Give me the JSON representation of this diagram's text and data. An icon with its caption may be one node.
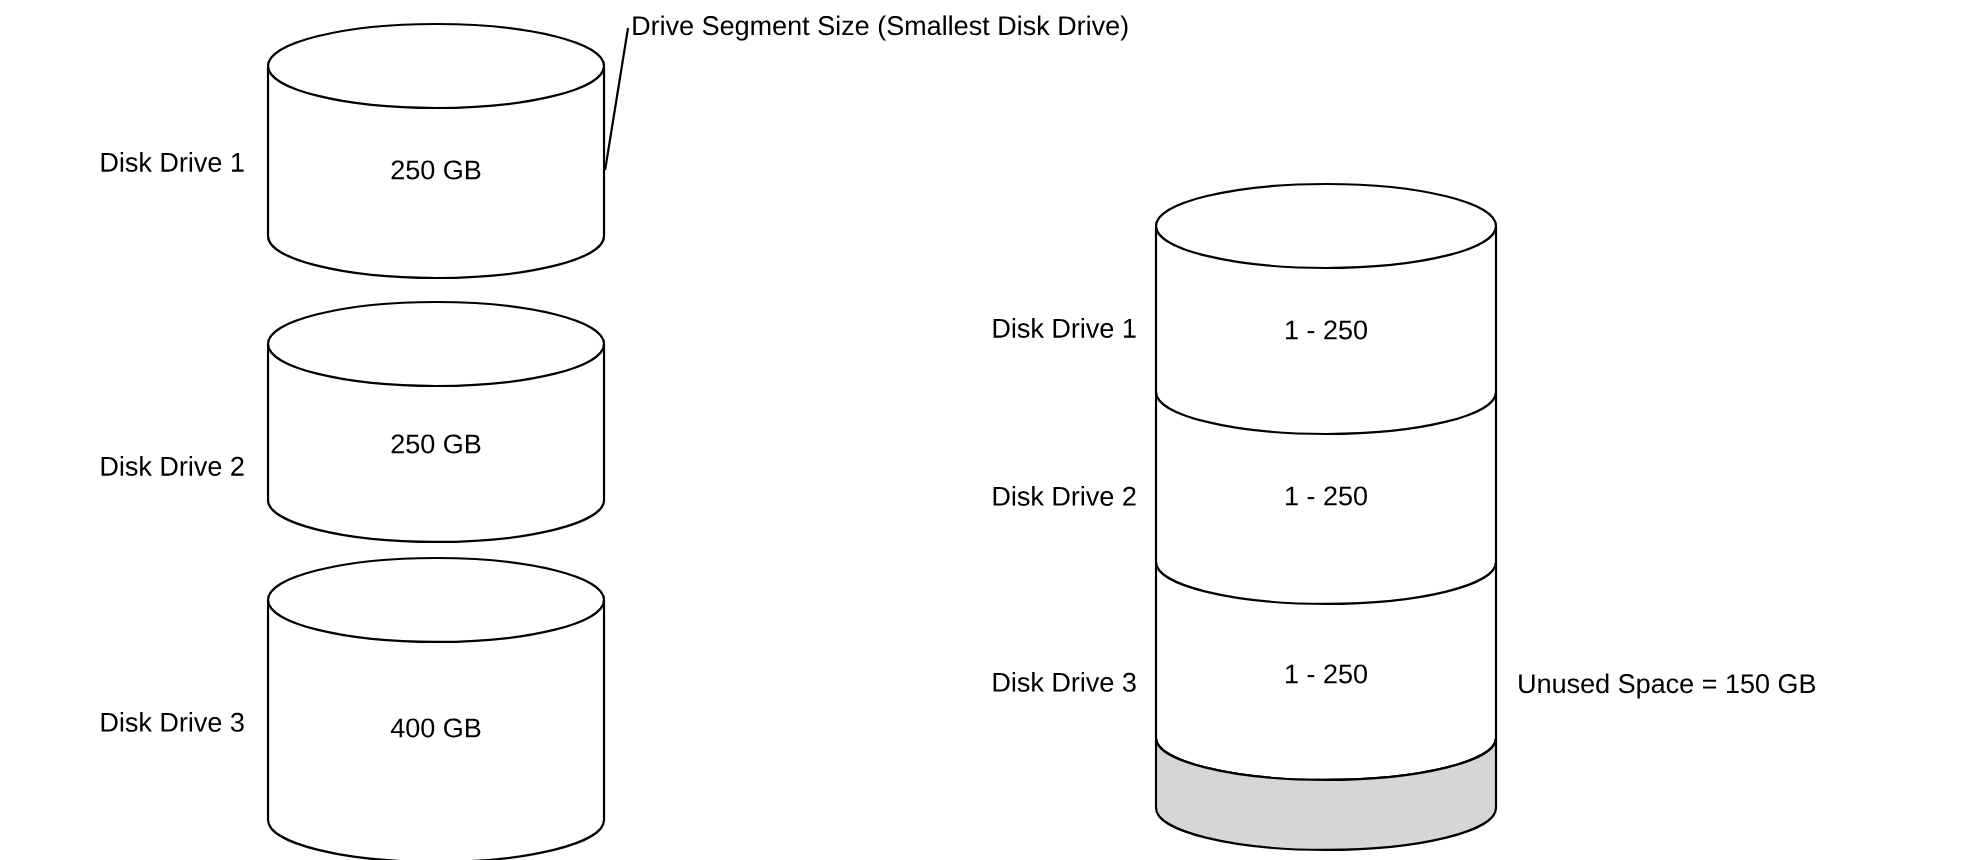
{
  "diagram": {
    "nodes": [
      {
        "text": [
          "250 GB"
        ],
        "beside": [
          "Disk Drive 1"
        ]
      },
      {
        "text": [
          "250 GB"
        ],
        "beside": [
          "Disk Drive 2"
        ]
      },
      {
        "text": [
          "400 GB"
        ],
        "beside": [
          "Disk Drive 3"
        ]
      },
      {
        "text": [
          "Drive Segment Size (Smallest Disk Drive)"
        ]
      },
      {
        "text": [
          "1 - 250"
        ],
        "beside": [
          "Disk Drive 1"
        ]
      },
      {
        "text": [
          "1 - 250"
        ],
        "beside": [
          "Disk Drive 2"
        ]
      },
      {
        "text": [
          "1 - 250"
        ],
        "beside": [
          "Disk Drive 3"
        ]
      },
      {
        "text": [],
        "shape": "cylinder"
      }
    ],
    "labels": [
      "Unused Space = 150 GB"
    ],
    "edges": [
      {
        "from": 3,
        "to": 0,
        "arrow": "none"
      }
    ]
  }
}
